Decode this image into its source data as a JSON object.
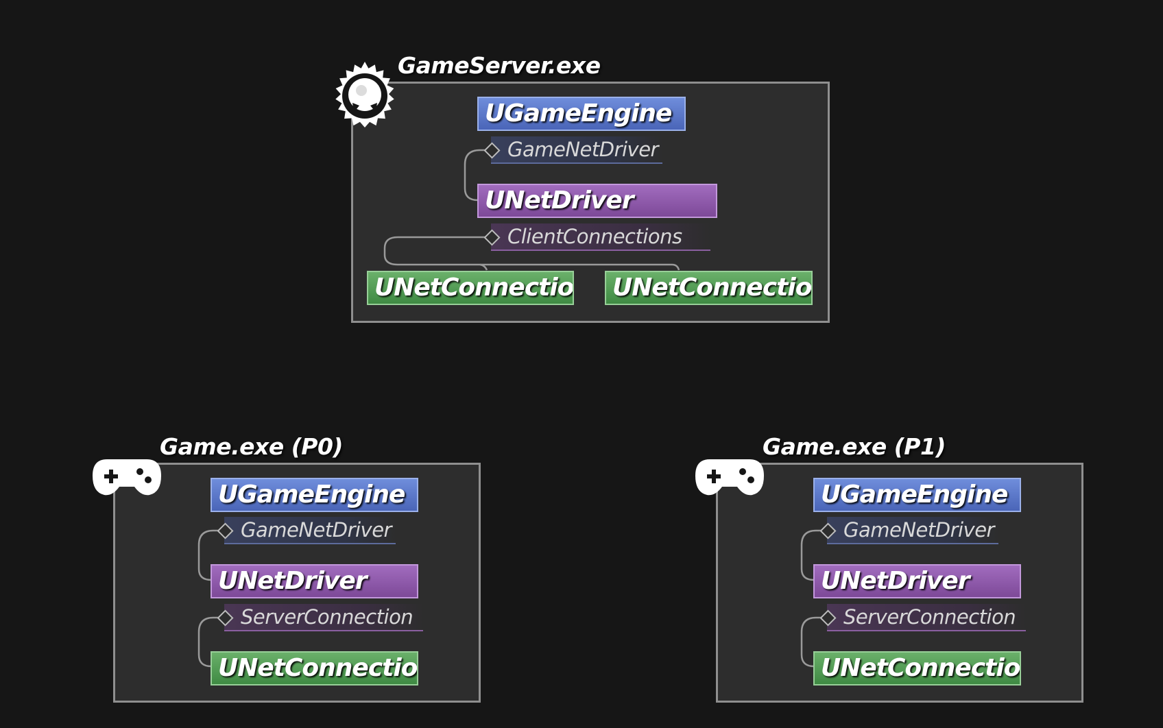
{
  "colors": {
    "background": "#161616",
    "panel": "#2d2d2d",
    "panel_border": "#8f8f8f",
    "engine": "#5873c9",
    "driver": "#8c57a8",
    "connection": "#4f9b52"
  },
  "server": {
    "title": "GameServer.exe",
    "icon": "server-gear-icon",
    "engine": "UGameEngine",
    "engine_prop": "GameNetDriver",
    "driver": "UNetDriver",
    "driver_prop": "ClientConnections",
    "connections": [
      "UNetConnection",
      "UNetConnection"
    ]
  },
  "clients": [
    {
      "title": "Game.exe (P0)",
      "icon": "gamepad-icon",
      "engine": "UGameEngine",
      "engine_prop": "GameNetDriver",
      "driver": "UNetDriver",
      "driver_prop": "ServerConnection",
      "connection": "UNetConnection"
    },
    {
      "title": "Game.exe (P1)",
      "icon": "gamepad-icon",
      "engine": "UGameEngine",
      "engine_prop": "GameNetDriver",
      "driver": "UNetDriver",
      "driver_prop": "ServerConnection",
      "connection": "UNetConnection"
    }
  ]
}
